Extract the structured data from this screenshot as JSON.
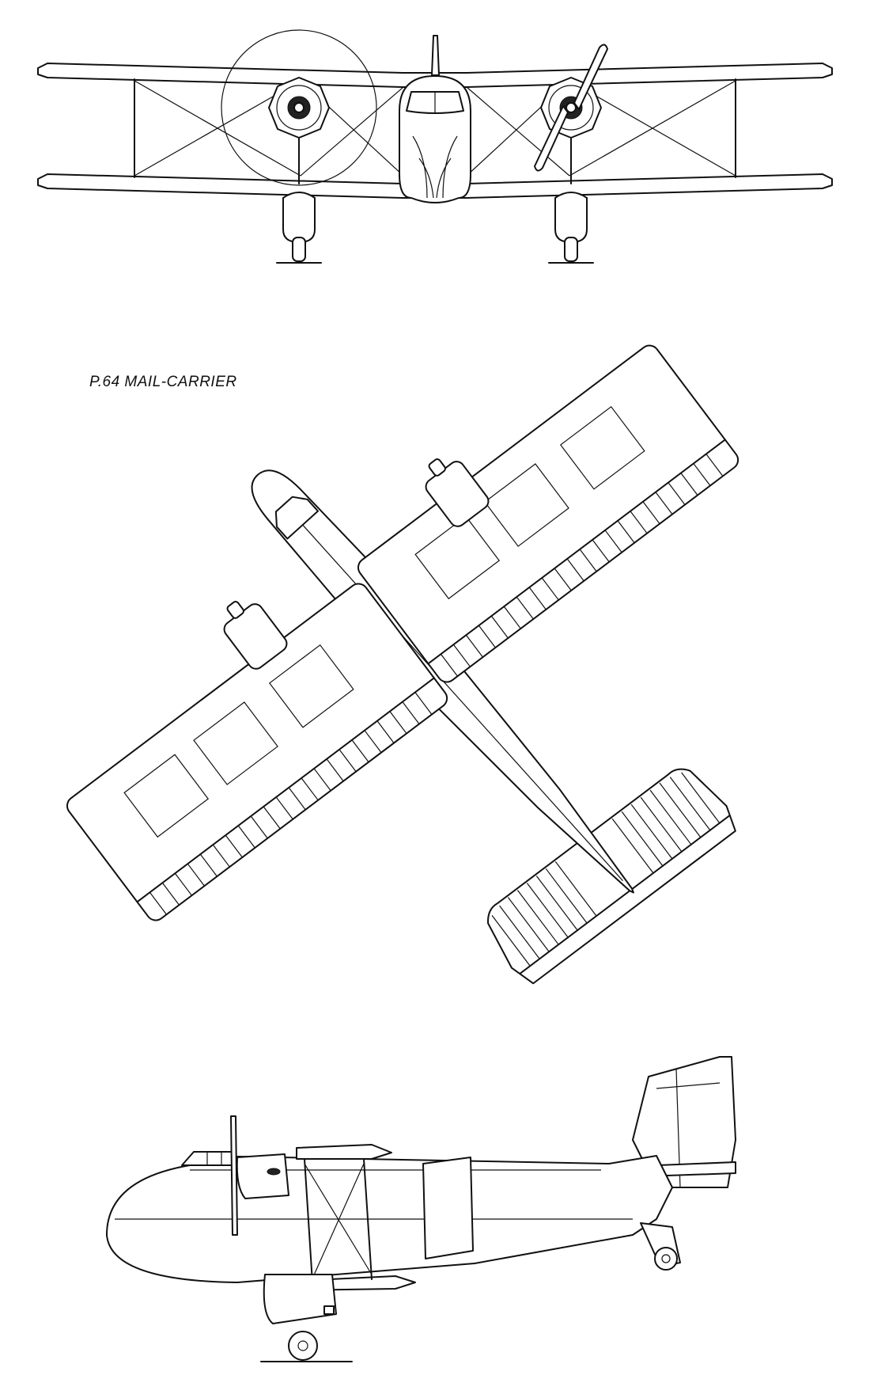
{
  "drawing": {
    "caption": "P.64 MAIL-CARRIER",
    "views": [
      "front-view",
      "plan-view",
      "side-view"
    ],
    "line_color": "#111111",
    "background_color": "#ffffff"
  }
}
